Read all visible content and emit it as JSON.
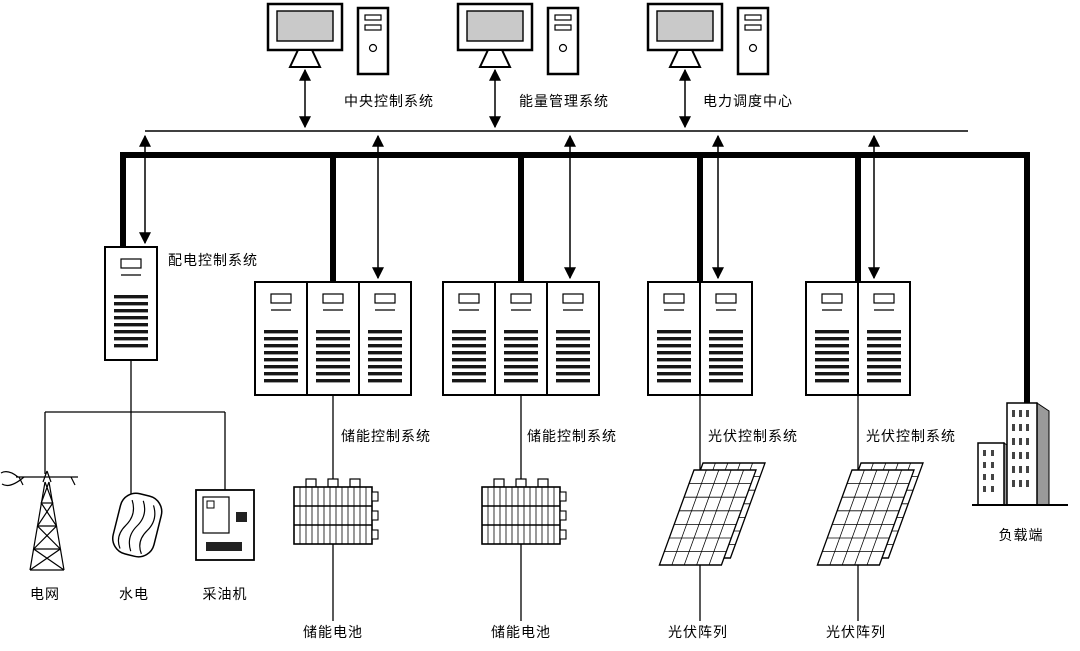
{
  "diagram": {
    "top_systems": [
      {
        "label": "中央控制系统"
      },
      {
        "label": "能量管理系统"
      },
      {
        "label": "电力调度中心"
      }
    ],
    "controllers": {
      "distribution": "配电控制系统",
      "storage_1": "储能控制系统",
      "storage_2": "储能控制系统",
      "pv_1": "光伏控制系统",
      "pv_2": "光伏控制系统"
    },
    "sources": {
      "grid": "电网",
      "hydro": "水电",
      "oil_pump": "采油机"
    },
    "devices": {
      "battery_1": "储能电池",
      "battery_2": "储能电池",
      "pv_array_1": "光伏阵列",
      "pv_array_2": "光伏阵列",
      "load": "负载端"
    },
    "colors": {
      "line": "#000000",
      "screen_fill": "#c9c9c9",
      "building_side": "#9a9a9a"
    }
  }
}
